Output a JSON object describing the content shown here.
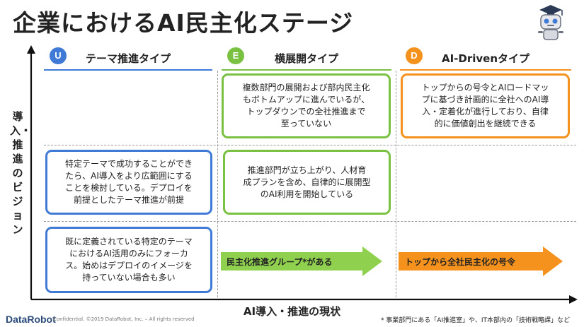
{
  "title": "企業におけるAI民主化ステージ",
  "columns": [
    {
      "badge": "U",
      "label": "テーマ推進タイプ",
      "color": "#3f7ad6"
    },
    {
      "badge": "E",
      "label": "横展開タイプ",
      "color": "#7ac142"
    },
    {
      "badge": "D",
      "label": "AI-Drivenタイプ",
      "color": "#f5921e"
    }
  ],
  "cards": {
    "u_mid": [
      "特定テーマで成功することができ",
      "たら、AI導入をより広範囲にする",
      "ことを検討している。デプロイを",
      "前提としたテーマ推進が前提"
    ],
    "u_bot": [
      "既に定義されている特定のテーマ",
      "におけるAI活用のみにフォーカ",
      "ス。始めはデプロイのイメージを",
      "持っていない場合も多い"
    ],
    "e_top": [
      "複数部門の展開および部内民主化",
      "もボトムアップに進んでいるが、",
      "トップダウンでの全社推進まで",
      "至っていない"
    ],
    "e_mid": [
      "推進部門が立ち上がり、人材育",
      "成プランを含め、自律的に展開型",
      "のAI利用を開始している"
    ],
    "d_top": [
      "トップからの号令とAIロードマッ",
      "プに基づき計画的に全社へのAI導",
      "入・定着化が進行しており、自律",
      "的に価値創出を継続できる"
    ]
  },
  "arrows": {
    "green": "民主化推進グループ*がある",
    "orange": "トップから全社民主化の号令"
  },
  "axes": {
    "y_label": "導入・推進のビジョン",
    "x_label": "AI導入・推進の現状"
  },
  "footer": {
    "logo": "DataRobot",
    "copyright": "Confidential. ©2019 DataRobot, Inc. – All rights reserved",
    "footnote": "* 事業部門にある「AI推進室」や、IT本部内の「技術戦略課」など"
  }
}
